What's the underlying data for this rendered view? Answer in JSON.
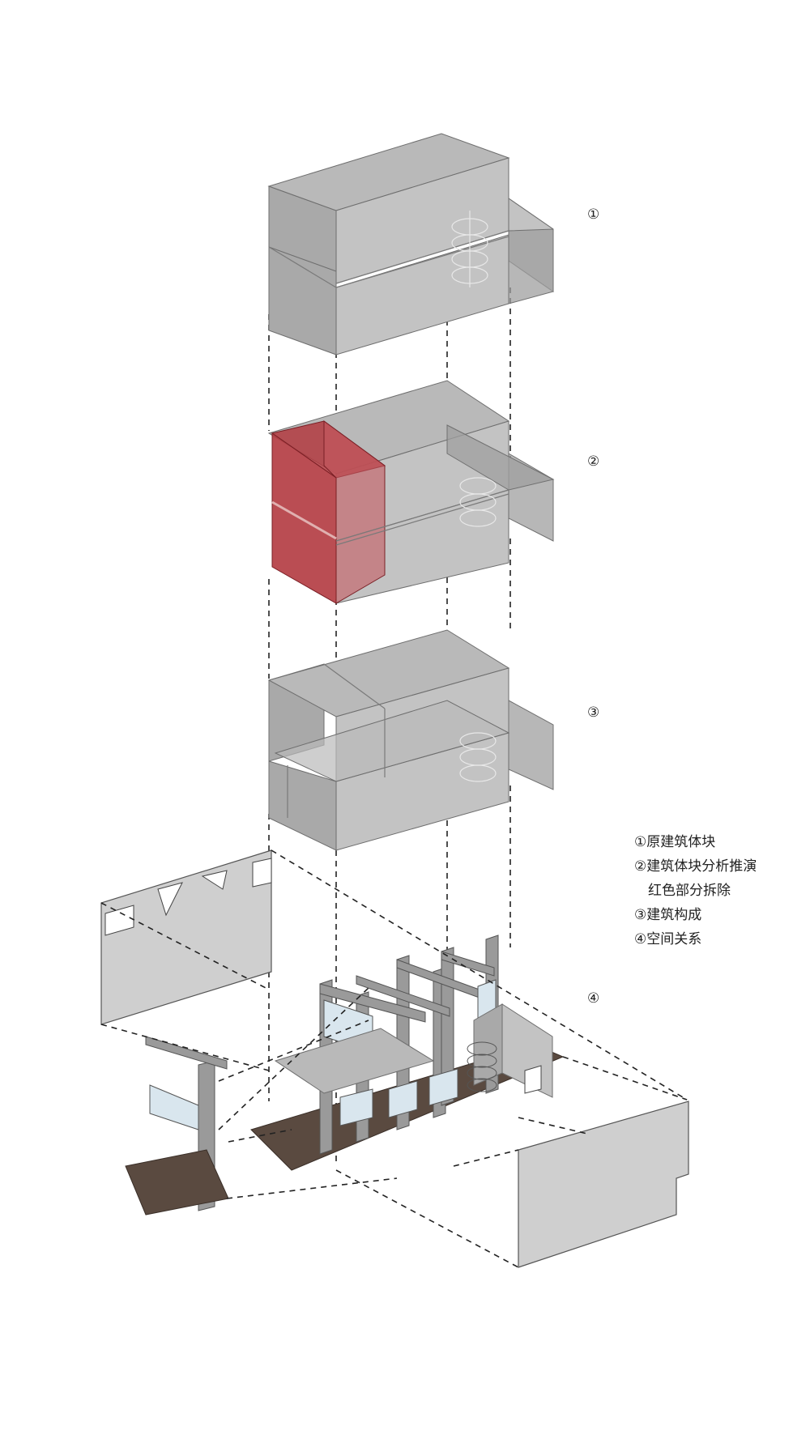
{
  "steps": {
    "s1": "①",
    "s2": "②",
    "s3": "③",
    "s4": "④"
  },
  "legend": {
    "l1": "①原建筑体块",
    "l2a": "②建筑体块分析推演",
    "l2b": "红色部分拆除",
    "l3": "③建筑构成",
    "l4": "④空间关系"
  },
  "colors": {
    "block_gray": "#9b9b9b",
    "demolish_red": "#b23a40",
    "floor_brown": "#5a4a40",
    "guide_line": "#222222"
  }
}
